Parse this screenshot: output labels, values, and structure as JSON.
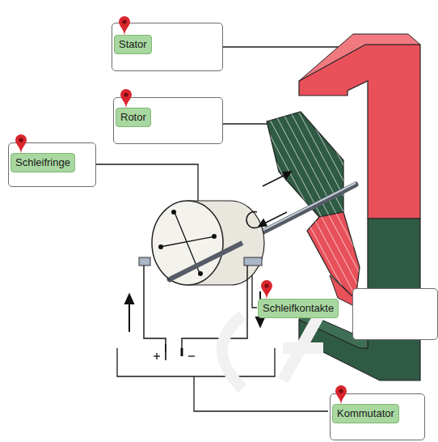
{
  "diagram": {
    "nodes": [
      {
        "text": [
          "Stator"
        ]
      },
      {
        "text": [
          "Rotor"
        ]
      },
      {
        "text": [
          "Schleifringe"
        ]
      },
      {
        "text": [
          "Schleifkontakte"
        ]
      },
      {
        "text": [
          "Kommutator"
        ]
      }
    ]
  }
}
